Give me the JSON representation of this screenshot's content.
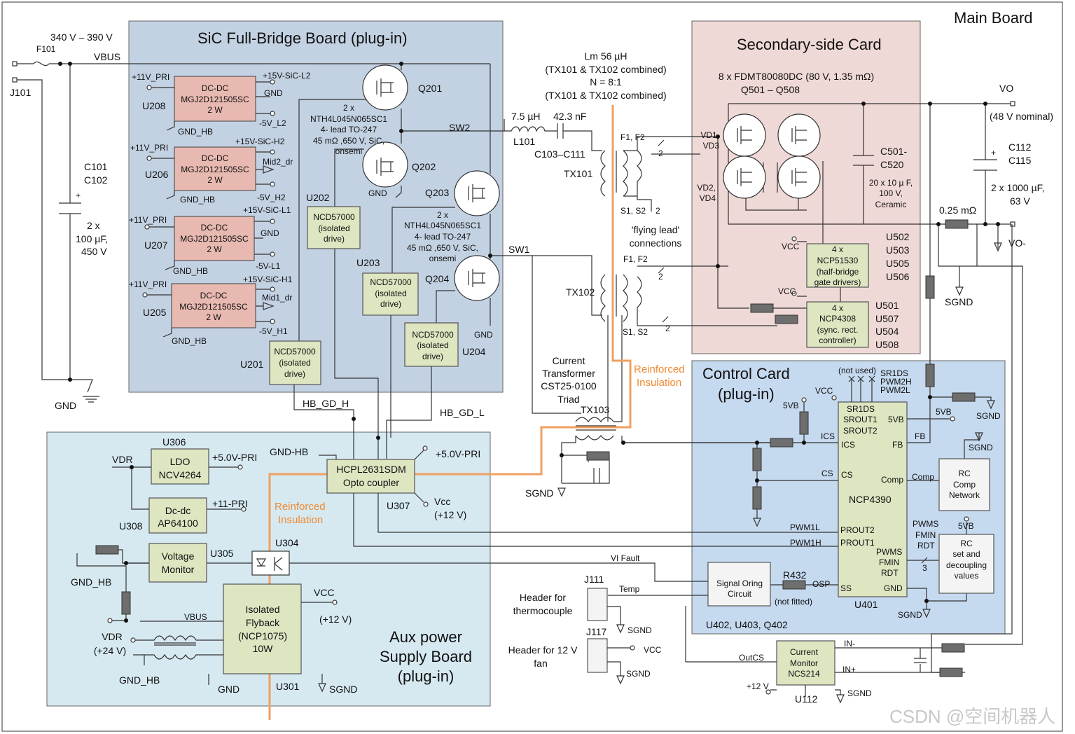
{
  "main_board": "Main Board",
  "watermark": "CSDN @空间机器人",
  "colors": {
    "sic_board": "#c3d2e3",
    "secondary_card": "#efd9d6",
    "control_card": "#c5d9ef",
    "aux_board": "#d6e9f1",
    "dcdc_block": "#e8b9b1",
    "ic_block": "#dde5c1",
    "insulation": "#f0a060"
  },
  "input": {
    "voltage": "340 V – 390 V",
    "fuse": "F101",
    "vbus": "VBUS",
    "connector": "J101",
    "gnd": "GND",
    "cap_ref1": "C101",
    "cap_ref2": "C102",
    "cap_lines": [
      "2 x",
      "100 µF,",
      "450 V"
    ]
  },
  "sic": {
    "title": "SiC Full-Bridge Board (plug-in)",
    "dcdc": [
      {
        "ref": "U208",
        "lines": [
          "DC-DC",
          "MGJ2D121505SC",
          "2 W"
        ],
        "vin": "+11V_PRI",
        "vpos": "+15V-SiC-L2",
        "mid": "GND",
        "vneg": "-5V_L2",
        "gnd": "GND_HB"
      },
      {
        "ref": "U206",
        "lines": [
          "DC-DC",
          "MGJ2D121505SC",
          "2 W"
        ],
        "vin": "+11V_PRI",
        "vpos": "+15V-SiC-H2",
        "mid": "Mid2_dr",
        "vneg": "-5V_H2",
        "gnd": "GND_HB"
      },
      {
        "ref": "U207",
        "lines": [
          "DC-DC",
          "MGJ2D121505SC",
          "2 W"
        ],
        "vin": "+11V_PRI",
        "vpos": "+15V-SiC-L1",
        "mid": "GND",
        "vneg": "-5V-L1",
        "gnd": "GND_HB"
      },
      {
        "ref": "U205",
        "lines": [
          "DC-DC",
          "MGJ2D121505SC",
          "2 W"
        ],
        "vin": "+11V_PRI",
        "vpos": "+15V-SiC-H1",
        "mid": "Mid1_dr",
        "vneg": "-5V_H1",
        "gnd": "GND_HB"
      }
    ],
    "fets": {
      "q201": "Q201",
      "q202": "Q202",
      "q203": "Q203",
      "q204": "Q204"
    },
    "fet_desc_a": [
      "2 x",
      "NTH4L045N065SC1",
      "4- lead TO-247",
      "45 mΩ ,650 V, SiC,",
      "onsemi"
    ],
    "fet_desc_b": [
      "2 x",
      "NTH4L045N065SC1",
      "4- lead TO-247",
      "45 mΩ ,650 V, SiC,",
      "onsemi"
    ],
    "drivers": [
      {
        "ref": "U202",
        "lines": [
          "NCD57000",
          "(isolated",
          "drive)"
        ]
      },
      {
        "ref": "U203",
        "lines": [
          "NCD57000",
          "(isolated",
          "drive)"
        ]
      },
      {
        "ref": "U204",
        "lines": [
          "NCD57000",
          "(isolated",
          "drive)"
        ]
      },
      {
        "ref": "U201",
        "lines": [
          "NCD57000",
          "(isolated",
          "drive)"
        ]
      }
    ],
    "sw2": "SW2",
    "sw1": "SW1",
    "gnd1": "GND",
    "gnd2": "GND",
    "hb_gd_h": "HB_GD_H",
    "hb_gd_l": "HB_GD_L"
  },
  "resonant": {
    "lm_lines": [
      "Lm 56 µH",
      "(TX101 & TX102 combined)",
      "N = 8:1",
      "(TX101 & TX102 combined)"
    ],
    "lr_value": "7.5 µH",
    "lr_ref": "L101",
    "cr_value": "42.3 nF",
    "cr_ref": "C103–C111",
    "tx101": "TX101",
    "tx102": "TX102",
    "f12_a": "F1, F2",
    "s12_a": "S1, S2",
    "f12_b": "F1, F2",
    "s12_b": "S1, S2",
    "two": "2",
    "flying_lead": [
      "'flying lead'",
      "connections"
    ],
    "ct_lines": [
      "Current",
      "Transformer",
      "CST25-0100",
      "Triad"
    ],
    "tx103": "TX103",
    "sgnd": "SGND",
    "reinforced": [
      "Reinforced",
      "Insulation"
    ]
  },
  "secondary": {
    "title": "Secondary-side Card",
    "fet_lines": [
      "8 x FDMT80080DC (80 V, 1.35 mΩ)",
      "Q501 – Q508"
    ],
    "vd13": [
      "VD1,",
      "VD3"
    ],
    "vd24": [
      "VD2,",
      "VD4"
    ],
    "cap_ref": [
      "C501-",
      "C520"
    ],
    "cap_desc": [
      "20 x 10 µ F,",
      "100 V,",
      "Ceramic"
    ],
    "vcc1": "VCC",
    "vcc2": "VCC",
    "gate_driver": [
      "4 x",
      "NCP51530",
      "(half-bridge",
      "gate drivers)"
    ],
    "gate_driver_refs": [
      "U502",
      "U503",
      "U505",
      "U506"
    ],
    "sr_ctrl": [
      "4 x",
      "NCP4308",
      "(sync. rect.",
      "controller)"
    ],
    "sr_ctrl_refs": [
      "U501",
      "U507",
      "U504",
      "U508"
    ]
  },
  "output": {
    "vo": "VO",
    "nominal": "(48 V nominal)",
    "cap_ref1": "C112",
    "cap_ref2": "C115",
    "cap_lines": [
      "2 x 1000 µF,",
      "63 V"
    ],
    "shunt": "0.25 mΩ",
    "vo_neg": "VO-",
    "sgnd": "SGND"
  },
  "control": {
    "title": [
      "Control Card",
      "(plug-in)"
    ],
    "not_used": "(not used)",
    "unused_pins": [
      "SR1DS",
      "PWM2H",
      "PWM2L"
    ],
    "vcc": "VCC",
    "vb5_a": "5VB",
    "vb5_b": "5VB",
    "vb5_c": "5VB",
    "ic_pins_left": [
      "SR1DS",
      "SROUT1",
      "SROUT2",
      "ICS",
      "CS",
      "PROUT2",
      "PROUT1",
      "SS"
    ],
    "ic_pins_right": [
      "5VB",
      "FB",
      "Comp",
      "PWMS",
      "FMIN",
      "RDT",
      "GND"
    ],
    "ic_name": "NCP4390",
    "ic_ref": "U401",
    "net_ics": "ICS",
    "net_cs": "CS",
    "net_fb": "FB",
    "net_comp": "Comp",
    "net_pwm1l": "PWM1L",
    "net_pwm1h": "PWM1H",
    "net_osp": "OSP",
    "net_pwms": [
      "PWMS",
      "FMIN",
      "RDT"
    ],
    "bus_count": "3",
    "rc_comp": [
      "RC",
      "Comp",
      "Network"
    ],
    "rc_set": [
      "RC",
      "set and",
      "decoupling",
      "values"
    ],
    "sgnd1": "SGND",
    "sgnd2": "SGND",
    "sgnd3": "SGND",
    "oring": [
      "Signal Oring",
      "Circuit"
    ],
    "oring_refs": "U402, U403, Q402",
    "r432": "R432",
    "not_fitted": "(not fitted)",
    "vi_fault": "VI Fault"
  },
  "aux": {
    "title": [
      "Aux power",
      "Supply Board",
      "(plug-in)"
    ],
    "ldo": [
      "LDO",
      "NCV4264"
    ],
    "ldo_ref": "U306",
    "vdr": "VDR",
    "v5pri": "+5.0V-PRI",
    "dcdc": [
      "Dc-dc",
      "AP64100"
    ],
    "dcdc_ref": "U308",
    "v11pri": "+11-PRI",
    "vmon": [
      "Voltage",
      "Monitor"
    ],
    "vmon_ref": "U305",
    "gnd_hb": "GND_HB",
    "opto": [
      "HCPL2631SDM",
      "Opto coupler"
    ],
    "opto_ref": "U307",
    "gnd_hb2": "GND-HB",
    "opto_v5": "+5.0V-PRI",
    "opto_vcc": [
      "Vcc",
      "(+12 V)"
    ],
    "reinforced": [
      "Reinforced",
      "Insulation"
    ],
    "u304": "U304",
    "flyback": [
      "Isolated",
      "Flyback",
      "(NCP1075)",
      "10W"
    ],
    "flyback_ref": "U301",
    "vbus": "VBUS",
    "vdr2": [
      "VDR",
      "(+24 V)"
    ],
    "gnd_hb3": "GND_HB",
    "gnd": "GND",
    "sgnd": "SGND",
    "vcc": "VCC",
    "vcc_val": "(+12 V)"
  },
  "headers": {
    "thermo": [
      "Header for",
      "thermocouple"
    ],
    "j111": "J111",
    "temp": "Temp",
    "sgnd1": "SGND",
    "fan": [
      "Header for 12 V",
      "fan"
    ],
    "j117": "J117",
    "vcc": "VCC",
    "sgnd2": "SGND"
  },
  "current_monitor": {
    "lines": [
      "Current",
      "Monitor",
      "NCS214"
    ],
    "ref": "U112",
    "outcs": "OutCS",
    "in_neg": "IN-",
    "in_pos": "IN+",
    "v12": "+12 V",
    "sgnd": "SGND"
  }
}
